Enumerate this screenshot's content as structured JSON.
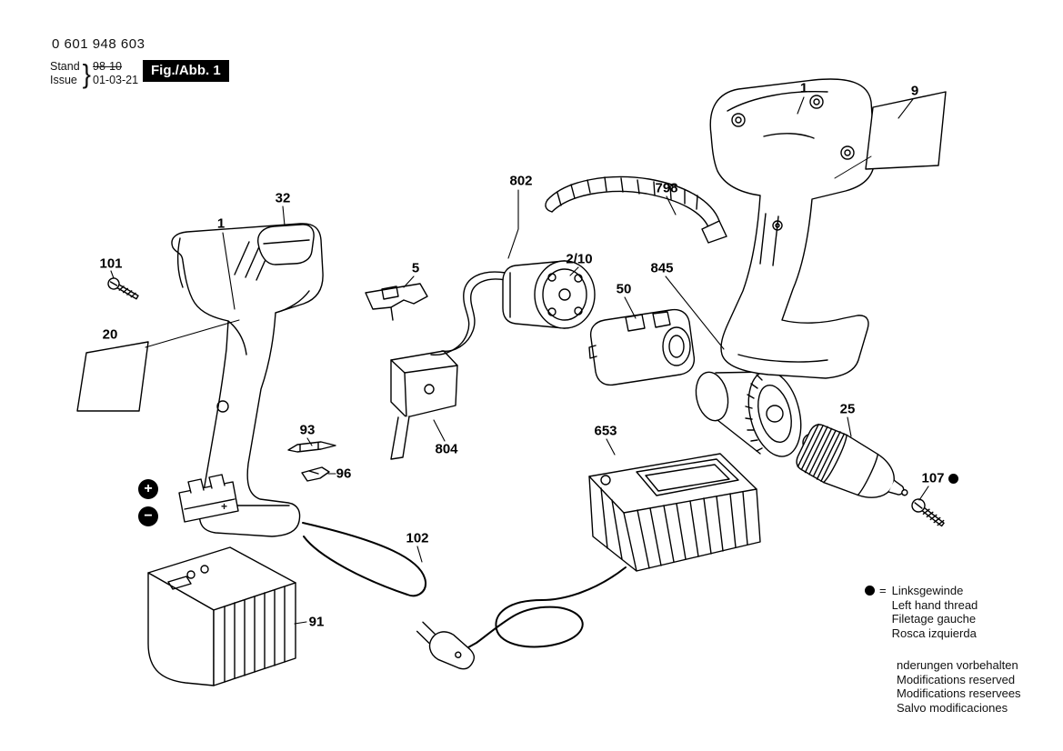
{
  "header": {
    "part_number": "0 601 948 603",
    "stand_label": "Stand",
    "stand_value": "98-10",
    "issue_label": "Issue",
    "issue_value": "01-03-21",
    "brace": "}",
    "fig_label": "Fig./Abb. 1"
  },
  "parts": [
    {
      "name": "housing-left",
      "label": "1"
    },
    {
      "name": "belt-clip",
      "label": "32"
    },
    {
      "name": "screw-left",
      "label": "101"
    },
    {
      "name": "label-sticker-left",
      "label": "20"
    },
    {
      "name": "screwdriver-bit",
      "label": "93"
    },
    {
      "name": "bit-holder",
      "label": "96"
    },
    {
      "name": "battery-pack",
      "label": "91"
    },
    {
      "name": "connecting-wire",
      "label": "102"
    },
    {
      "name": "contact-plate",
      "label": "5"
    },
    {
      "name": "on-off-switch",
      "label": "804"
    },
    {
      "name": "motor-with-wiring",
      "label": "802"
    },
    {
      "name": "dc-motor",
      "label": "2/10"
    },
    {
      "name": "carrying-strap",
      "label": "798"
    },
    {
      "name": "gear-assembly",
      "label": "845"
    },
    {
      "name": "gear-ring",
      "label": "50"
    },
    {
      "name": "battery-charger",
      "label": "653"
    },
    {
      "name": "drill-chuck",
      "label": "25"
    },
    {
      "name": "chuck-screw",
      "label": "107"
    },
    {
      "name": "housing-right",
      "label": "1"
    },
    {
      "name": "label-sticker-right",
      "label": "9"
    }
  ],
  "legend": {
    "equals": "=",
    "lines": [
      "Linksgewinde",
      "Left hand thread",
      "Filetage gauche",
      "Rosca izquierda"
    ]
  },
  "notes": [
    "nderungen vorbehalten",
    "Modifications reserved",
    "Modifications reservees",
    "Salvo modificaciones"
  ],
  "icons": {
    "plus": "+",
    "minus": "−",
    "left_hand_thread_dot": "filled-circle"
  }
}
